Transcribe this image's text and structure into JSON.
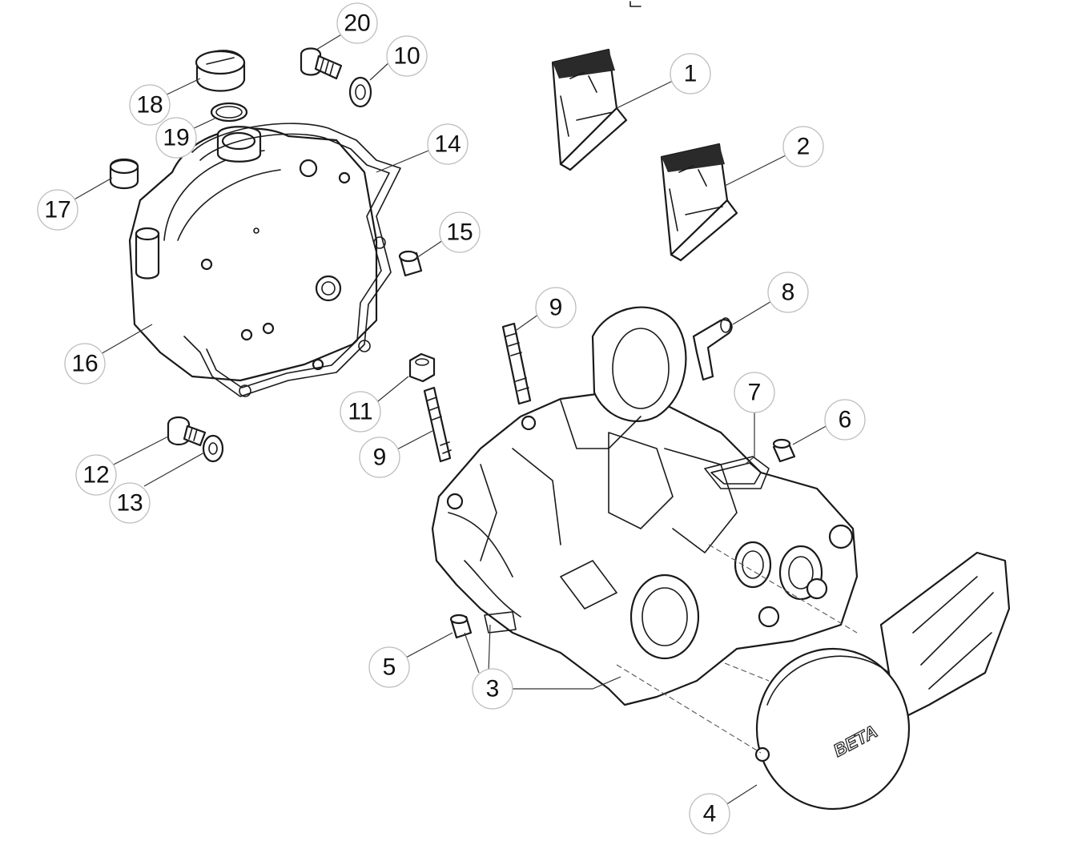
{
  "diagram": {
    "callouts": [
      {
        "id": "c1",
        "label": "1"
      },
      {
        "id": "c2",
        "label": "2"
      },
      {
        "id": "c3",
        "label": "3"
      },
      {
        "id": "c4",
        "label": "4"
      },
      {
        "id": "c5",
        "label": "5"
      },
      {
        "id": "c6",
        "label": "6"
      },
      {
        "id": "c7",
        "label": "7"
      },
      {
        "id": "c8",
        "label": "8"
      },
      {
        "id": "c9a",
        "label": "9"
      },
      {
        "id": "c9b",
        "label": "9"
      },
      {
        "id": "c10",
        "label": "10"
      },
      {
        "id": "c11",
        "label": "11"
      },
      {
        "id": "c12",
        "label": "12"
      },
      {
        "id": "c13",
        "label": "13"
      },
      {
        "id": "c14",
        "label": "14"
      },
      {
        "id": "c15",
        "label": "15"
      },
      {
        "id": "c16",
        "label": "16"
      },
      {
        "id": "c17",
        "label": "17"
      },
      {
        "id": "c18",
        "label": "18"
      },
      {
        "id": "c19",
        "label": "19"
      },
      {
        "id": "c20",
        "label": "20"
      }
    ],
    "cover_logo": "BETA"
  }
}
